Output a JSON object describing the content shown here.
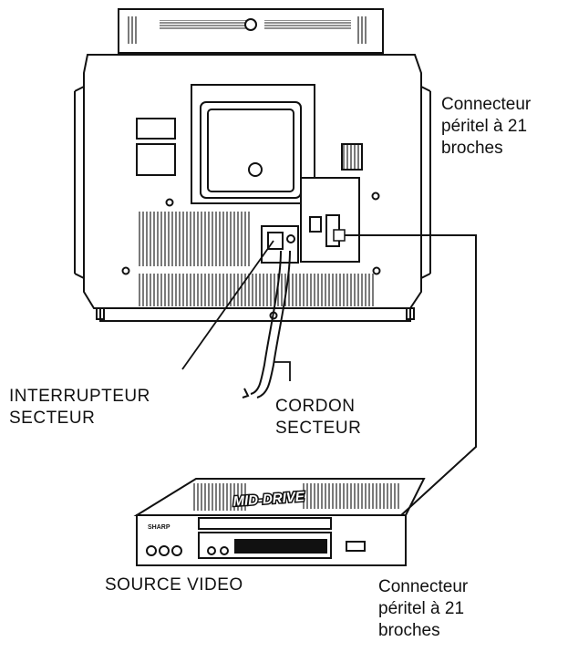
{
  "labels": {
    "tv_scart": [
      "Connecteur",
      "péritel à 21",
      "broches"
    ],
    "power_switch": [
      "INTERRUPTEUR",
      "SECTEUR"
    ],
    "power_cord": [
      "CORDON",
      "SECTEUR"
    ],
    "video_source": "SOURCE VIDEO",
    "vcr_scart": [
      "Connecteur",
      "péritel à 21",
      "broches"
    ]
  },
  "vcr": {
    "brand": "SHARP",
    "model_text": "MID-DRIVE"
  },
  "colors": {
    "line": "#111111",
    "background": "#ffffff"
  }
}
